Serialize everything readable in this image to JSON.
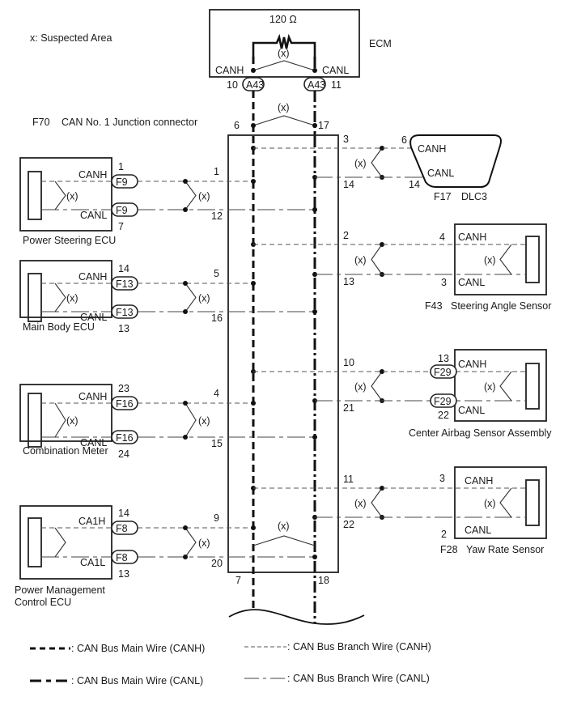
{
  "legend_note": "x: Suspected Area",
  "suspect_mark": "(x)",
  "ecm": {
    "title": "ECM",
    "resistor": "120 Ω",
    "canh": "CANH",
    "canl": "CANL",
    "connector": "A43",
    "pin_h": "10",
    "pin_l": "11"
  },
  "junction": {
    "id": "F70",
    "title": "CAN No. 1 Junction connector",
    "top_pin_h": "6",
    "top_pin_l": "17",
    "bottom_pin_h": "7",
    "bottom_pin_l": "18"
  },
  "left_devices": [
    {
      "name": "Power Steering ECU",
      "name2": "",
      "h_label": "CANH",
      "l_label": "CANL",
      "connector": "F9",
      "dev_pin_h": "1",
      "dev_pin_l": "7",
      "jc_pin_h": "1",
      "jc_pin_l": "12",
      "inner_mark": true
    },
    {
      "name": "Main Body ECU",
      "name2": "",
      "h_label": "CANH",
      "l_label": "CANL",
      "connector": "F13",
      "dev_pin_h": "14",
      "dev_pin_l": "13",
      "jc_pin_h": "5",
      "jc_pin_l": "16",
      "inner_mark": true
    },
    {
      "name": "Combination Meter",
      "name2": "",
      "h_label": "CANH",
      "l_label": "CANL",
      "connector": "F16",
      "dev_pin_h": "23",
      "dev_pin_l": "24",
      "jc_pin_h": "4",
      "jc_pin_l": "15",
      "inner_mark": true
    },
    {
      "name": "Power Management",
      "name2": "Control ECU",
      "h_label": "CA1H",
      "l_label": "CA1L",
      "connector": "F8",
      "dev_pin_h": "14",
      "dev_pin_l": "13",
      "jc_pin_h": "9",
      "jc_pin_l": "20",
      "inner_mark": false
    }
  ],
  "right_devices": [
    {
      "id": "F17",
      "name": "DLC3",
      "h_label": "CANH",
      "l_label": "CANL",
      "connector": "",
      "dev_pin_h": "6",
      "dev_pin_l": "14",
      "jc_pin_h": "3",
      "jc_pin_l": "14",
      "inner_mark": false
    },
    {
      "id": "F43",
      "name": "Steering Angle Sensor",
      "h_label": "CANH",
      "l_label": "CANL",
      "connector": "",
      "dev_pin_h": "4",
      "dev_pin_l": "3",
      "jc_pin_h": "2",
      "jc_pin_l": "13",
      "inner_mark": true
    },
    {
      "id": "",
      "name": "Center Airbag Sensor Assembly",
      "h_label": "CANH",
      "l_label": "CANL",
      "connector": "F29",
      "dev_pin_h": "13",
      "dev_pin_l": "22",
      "jc_pin_h": "10",
      "jc_pin_l": "21",
      "inner_mark": true
    },
    {
      "id": "F28",
      "name": "Yaw Rate Sensor",
      "h_label": "CANH",
      "l_label": "CANL",
      "connector": "",
      "dev_pin_h": "3",
      "dev_pin_l": "2",
      "jc_pin_h": "11",
      "jc_pin_l": "22",
      "inner_mark": true
    }
  ],
  "legend": {
    "main_canh": ": CAN Bus Main Wire (CANH)",
    "main_canl": ": CAN Bus Main Wire (CANL)",
    "branch_canh": ": CAN Bus Branch Wire (CANH)",
    "branch_canl": ": CAN Bus Branch Wire (CANL)"
  }
}
